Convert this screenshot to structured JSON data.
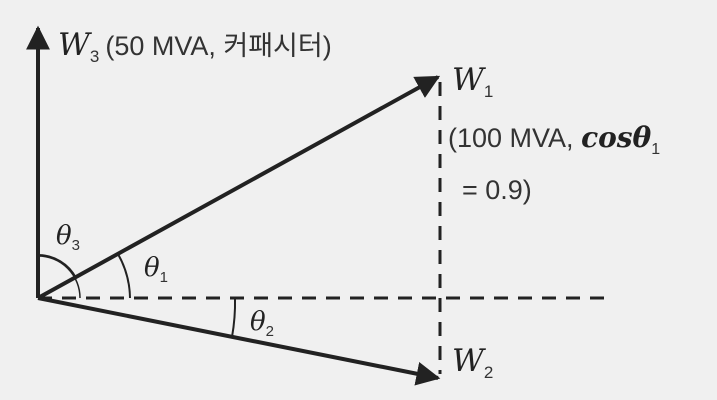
{
  "colors": {
    "background": "#f0f0f0",
    "stroke": "#222222",
    "text": "#333333"
  },
  "vectors": {
    "w3": {
      "symbol": "W",
      "sub": "3",
      "note": "(50 MVA, 커패시터)"
    },
    "w1": {
      "symbol": "W",
      "sub": "1",
      "note_open": "(100 MVA, ",
      "cos": "cosθ",
      "cos_sub": "1",
      "note_close": "= 0.9)"
    },
    "w2": {
      "symbol": "W",
      "sub": "2"
    }
  },
  "angles": {
    "theta1": {
      "symbol": "θ",
      "sub": "1"
    },
    "theta2": {
      "symbol": "θ",
      "sub": "2"
    },
    "theta3": {
      "symbol": "θ",
      "sub": "3"
    }
  }
}
